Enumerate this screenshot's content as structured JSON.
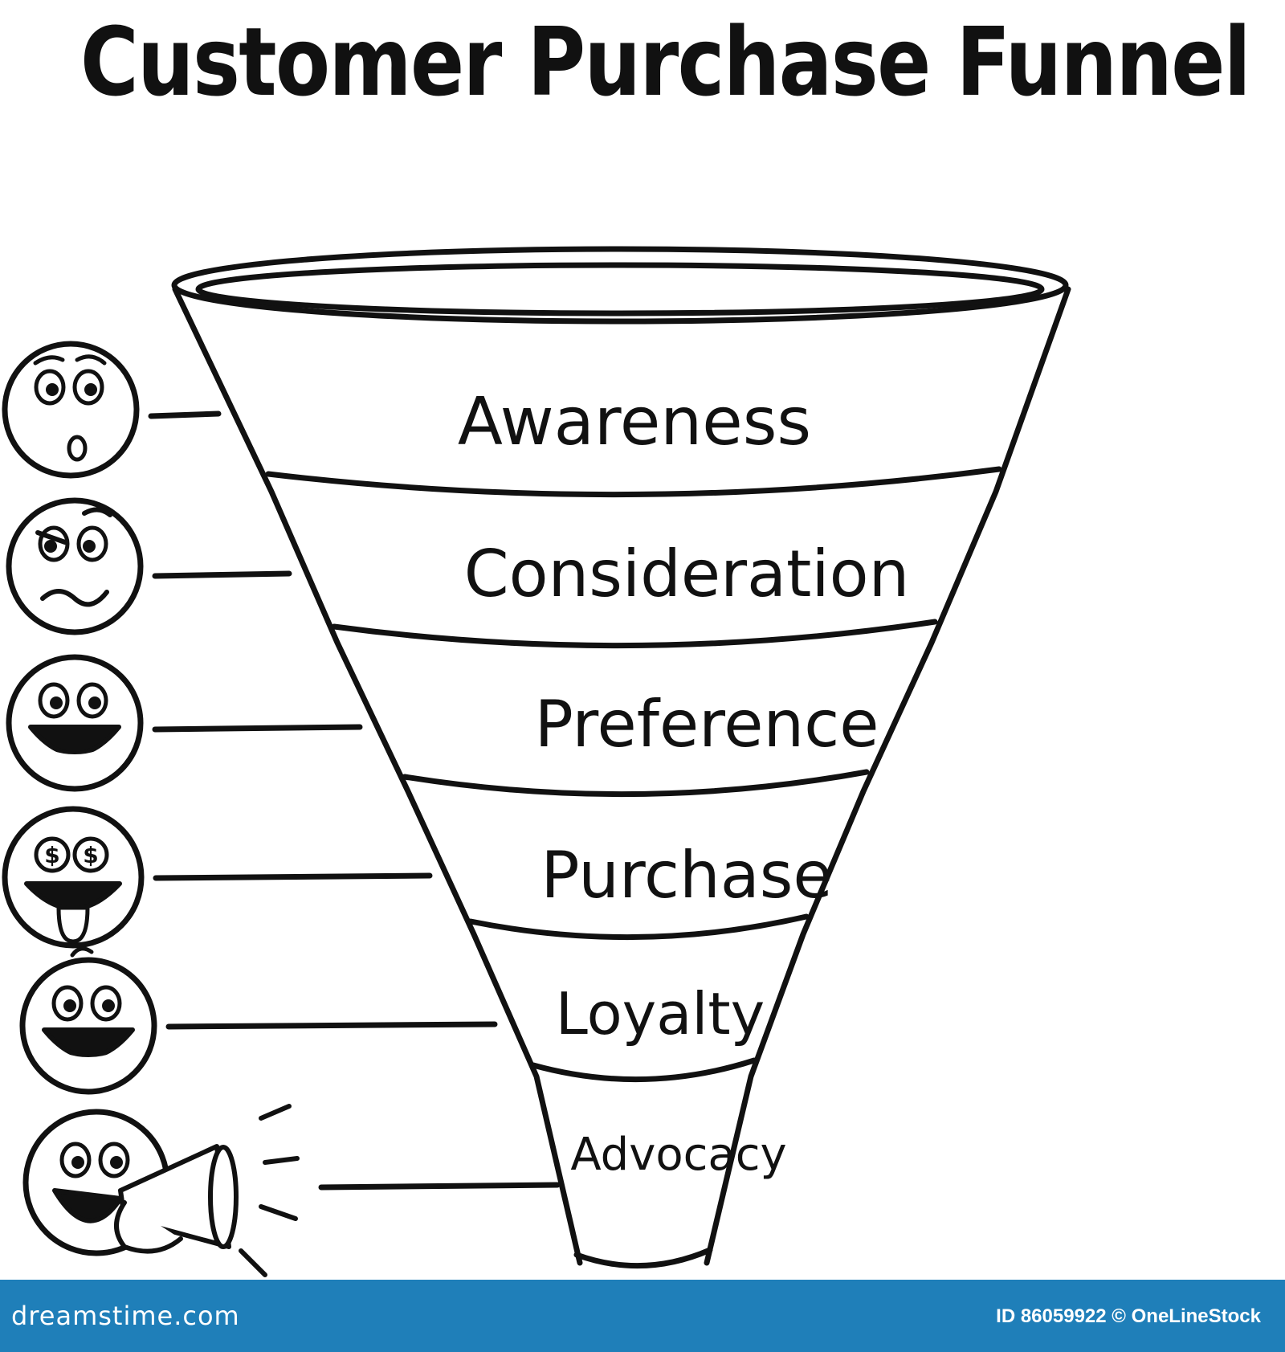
{
  "title": "Customer Purchase Funnel",
  "stages": [
    {
      "label": "Awareness",
      "face": "confused-face-icon"
    },
    {
      "label": "Consideration",
      "face": "skeptical-face-icon"
    },
    {
      "label": "Preference",
      "face": "happy-face-icon"
    },
    {
      "label": "Purchase",
      "face": "dollar-eyes-face-icon"
    },
    {
      "label": "Loyalty",
      "face": "joyful-face-icon"
    },
    {
      "label": "Advocacy",
      "face": "megaphone-face-icon"
    }
  ],
  "footer": {
    "brand": "dreamstime.com",
    "credit": "ID 86059922 © OneLineStock",
    "color": "#1f7fb9"
  }
}
